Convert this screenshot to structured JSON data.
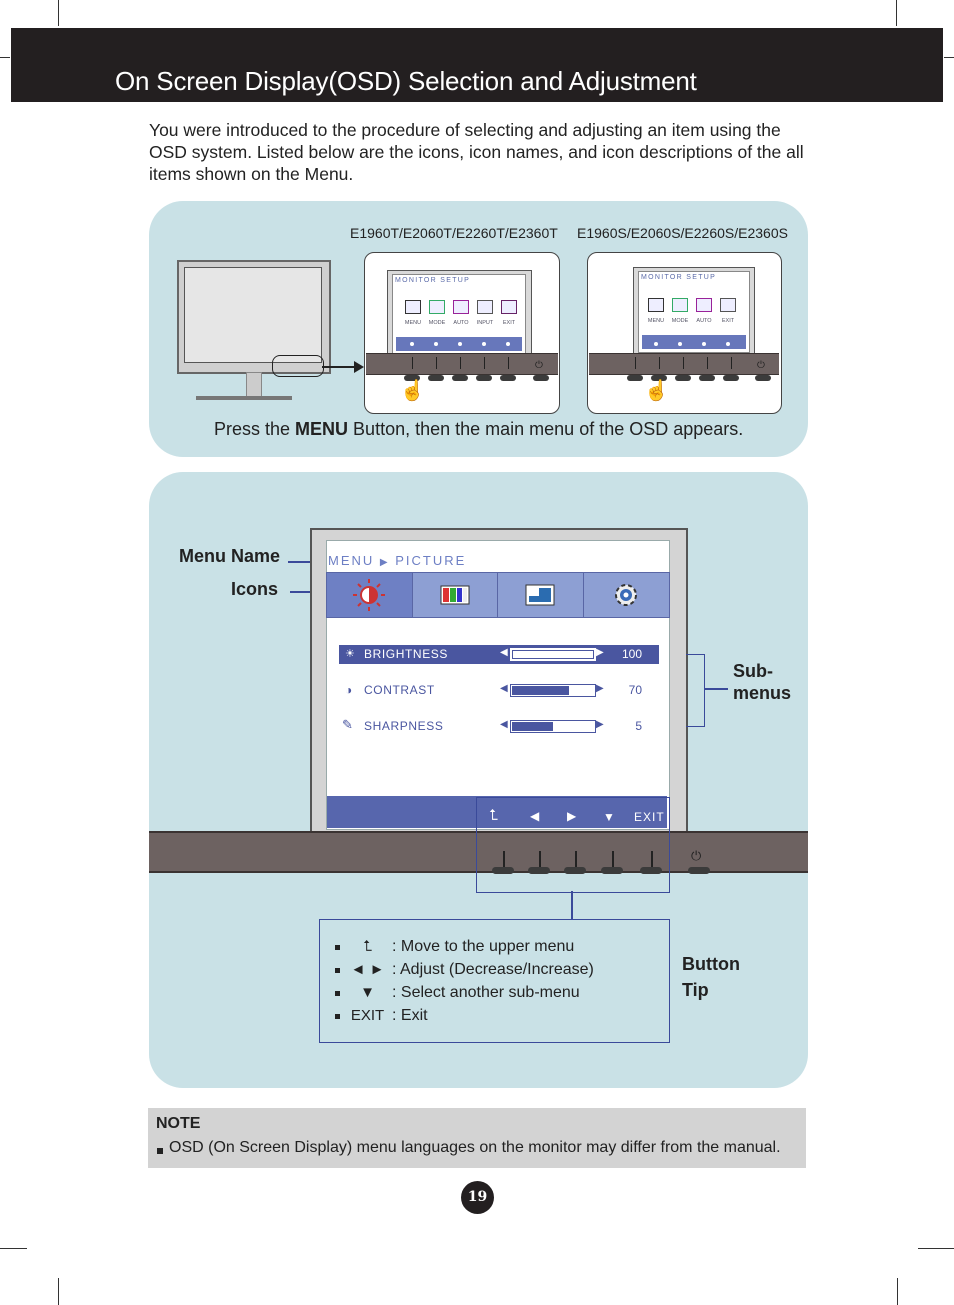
{
  "header": {
    "title": "On Screen Display(OSD) Selection and Adjustment"
  },
  "intro": "You were introduced to the procedure of selecting and adjusting an item using the OSD system. Listed below are the icons, icon names, and icon descriptions of the all items shown on the Menu.",
  "models": {
    "left": "E1960T/E2060T/E2260T/E2360T",
    "right": "E1960S/E2060S/E2260S/E2360S"
  },
  "small_osd": {
    "title": "MONITOR SETUP",
    "left_labels": [
      "MENU",
      "MODE",
      "AUTO",
      "INPUT",
      "EXIT"
    ],
    "right_labels": [
      "MENU",
      "MODE",
      "AUTO",
      "EXIT"
    ]
  },
  "press_text": {
    "before": "Press the ",
    "bold": "MENU",
    "after": " Button, then the main menu of the OSD appears."
  },
  "callouts": {
    "menu_name": "Menu Name",
    "icons": "Icons",
    "sub_menus_1": "Sub-",
    "sub_menus_2": "menus",
    "button_tip_1": "Button",
    "button_tip_2": "Tip"
  },
  "osd": {
    "menu": "MENU",
    "picture": "PICTURE",
    "rows": [
      {
        "label": "BRIGHTNESS",
        "value": "100",
        "level": 1.0
      },
      {
        "label": "CONTRAST",
        "value": "70",
        "level": 0.7
      },
      {
        "label": "SHARPNESS",
        "value": "5",
        "level": 0.5
      }
    ],
    "exit": "EXIT"
  },
  "tips": [
    {
      "symbol": "⮤",
      "text": ": Move to the upper menu"
    },
    {
      "symbol": "◄ ►",
      "text": ": Adjust (Decrease/Increase)"
    },
    {
      "symbol": "▼",
      "text": ": Select another sub-menu"
    },
    {
      "symbol": "EXIT",
      "text": ":  Exit"
    }
  ],
  "note": {
    "title": "NOTE",
    "text": "OSD (On Screen Display) menu languages on the monitor may differ from the manual."
  },
  "page_number": "19"
}
